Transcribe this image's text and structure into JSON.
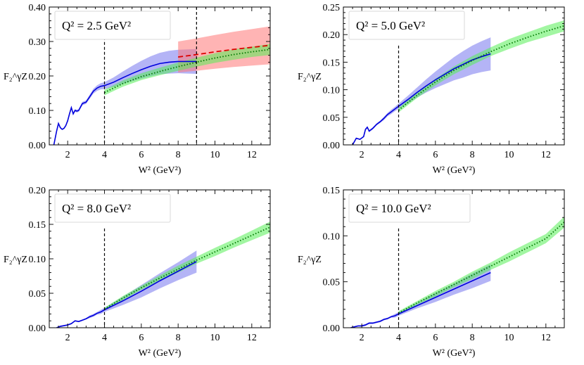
{
  "chart_data": [
    {
      "type": "line",
      "legend_label": "Q² = 2.5 GeV²",
      "xlabel": "W² (GeV²)",
      "ylabel": "F₂^γZ",
      "xlim": [
        1,
        13
      ],
      "ylim": [
        0,
        0.4
      ],
      "xticks": [
        2,
        4,
        6,
        8,
        10,
        12
      ],
      "yticks": [
        0.0,
        0.1,
        0.2,
        0.3,
        0.4
      ],
      "ytick_labels": [
        "0.00",
        "0.10",
        "0.20",
        "0.30",
        "0.40"
      ],
      "vlines": [
        4,
        9
      ],
      "series": [
        {
          "color": "#0000dd",
          "style": "solid",
          "x": [
            1.25,
            1.4,
            1.5,
            1.6,
            1.7,
            1.8,
            1.9,
            2.0,
            2.1,
            2.2,
            2.3,
            2.4,
            2.5,
            2.6,
            2.8,
            3.0,
            3.2,
            3.4,
            3.6,
            3.8,
            4.0,
            4.5,
            5.0,
            5.5,
            6.0,
            6.5,
            7.0,
            7.5,
            8.0,
            8.5,
            9.0
          ],
          "y": [
            0.0,
            0.04,
            0.062,
            0.05,
            0.045,
            0.048,
            0.056,
            0.07,
            0.09,
            0.108,
            0.09,
            0.1,
            0.098,
            0.1,
            0.12,
            0.124,
            0.14,
            0.156,
            0.165,
            0.17,
            0.172,
            0.182,
            0.195,
            0.207,
            0.218,
            0.228,
            0.236,
            0.24,
            0.242,
            0.242,
            0.242
          ],
          "band": [
            0.0,
            0.0,
            0.002,
            0.002,
            0.002,
            0.002,
            0.003,
            0.003,
            0.003,
            0.004,
            0.004,
            0.004,
            0.004,
            0.004,
            0.005,
            0.005,
            0.006,
            0.007,
            0.008,
            0.009,
            0.01,
            0.014,
            0.018,
            0.022,
            0.026,
            0.029,
            0.031,
            0.033,
            0.034,
            0.035,
            0.036
          ],
          "band_color": "#7777ee"
        },
        {
          "color": "#dd0000",
          "style": "dashed",
          "x": [
            8,
            9,
            10,
            11,
            12,
            13
          ],
          "y": [
            0.255,
            0.262,
            0.27,
            0.277,
            0.283,
            0.289
          ],
          "band": [
            0.045,
            0.047,
            0.049,
            0.051,
            0.053,
            0.055
          ],
          "band_color": "#ff7777"
        },
        {
          "color": "#007700",
          "style": "dotted",
          "x": [
            4,
            5,
            6,
            7,
            8,
            9,
            10,
            11,
            12,
            13
          ],
          "y": [
            0.152,
            0.178,
            0.198,
            0.213,
            0.227,
            0.24,
            0.252,
            0.262,
            0.27,
            0.277
          ],
          "band": [
            0.008,
            0.009,
            0.01,
            0.011,
            0.012,
            0.013,
            0.014,
            0.015,
            0.015,
            0.016
          ],
          "band_color": "#55ee55"
        }
      ]
    },
    {
      "type": "line",
      "legend_label": "Q² = 5.0 GeV²",
      "xlabel": "W² (GeV²)",
      "ylabel": "F₂^γZ",
      "xlim": [
        1,
        13
      ],
      "ylim": [
        0,
        0.25
      ],
      "xticks": [
        2,
        4,
        6,
        8,
        10,
        12
      ],
      "yticks": [
        0.0,
        0.05,
        0.1,
        0.15,
        0.2,
        0.25
      ],
      "ytick_labels": [
        "0.00",
        "0.05",
        "0.10",
        "0.15",
        "0.20",
        "0.25"
      ],
      "vlines": [
        4
      ],
      "series": [
        {
          "color": "#0000dd",
          "style": "solid",
          "x": [
            1.5,
            1.7,
            1.9,
            2.1,
            2.2,
            2.3,
            2.4,
            2.6,
            2.8,
            3.0,
            3.2,
            3.4,
            3.6,
            3.8,
            4.0,
            4.5,
            5.0,
            5.5,
            6.0,
            6.5,
            7.0,
            7.5,
            8.0,
            8.5,
            9.0
          ],
          "y": [
            0.0,
            0.012,
            0.01,
            0.015,
            0.028,
            0.032,
            0.025,
            0.03,
            0.037,
            0.042,
            0.048,
            0.055,
            0.06,
            0.065,
            0.07,
            0.082,
            0.095,
            0.107,
            0.118,
            0.128,
            0.138,
            0.146,
            0.154,
            0.16,
            0.165
          ],
          "band": [
            0.0,
            0.001,
            0.001,
            0.001,
            0.002,
            0.002,
            0.002,
            0.002,
            0.002,
            0.002,
            0.003,
            0.003,
            0.004,
            0.004,
            0.005,
            0.007,
            0.009,
            0.012,
            0.015,
            0.018,
            0.021,
            0.024,
            0.026,
            0.028,
            0.03
          ],
          "band_color": "#7777ee"
        },
        {
          "color": "#007700",
          "style": "dotted",
          "x": [
            4,
            5,
            6,
            7,
            8,
            9,
            10,
            11,
            12,
            13
          ],
          "y": [
            0.063,
            0.09,
            0.114,
            0.135,
            0.153,
            0.169,
            0.183,
            0.195,
            0.206,
            0.216
          ],
          "band": [
            0.004,
            0.005,
            0.006,
            0.007,
            0.008,
            0.008,
            0.009,
            0.009,
            0.01,
            0.01
          ],
          "band_color": "#55ee55"
        }
      ]
    },
    {
      "type": "line",
      "legend_label": "Q² = 8.0 GeV²",
      "xlabel": "W² (GeV²)",
      "ylabel": "F₂^γZ",
      "xlim": [
        1,
        13
      ],
      "ylim": [
        0,
        0.2
      ],
      "xticks": [
        2,
        4,
        6,
        8,
        10,
        12
      ],
      "yticks": [
        0.0,
        0.05,
        0.1,
        0.15,
        0.2
      ],
      "ytick_labels": [
        "0.00",
        "0.05",
        "0.10",
        "0.15",
        "0.20"
      ],
      "vlines": [
        4
      ],
      "series": [
        {
          "color": "#0000dd",
          "style": "solid",
          "x": [
            1.4,
            1.6,
            1.8,
            2.0,
            2.2,
            2.4,
            2.6,
            2.8,
            3.0,
            3.2,
            3.4,
            3.6,
            3.8,
            4.0,
            5.0,
            6.0,
            7.0,
            8.0,
            9.0
          ],
          "y": [
            0.0,
            0.002,
            0.003,
            0.004,
            0.006,
            0.01,
            0.009,
            0.011,
            0.013,
            0.016,
            0.018,
            0.021,
            0.023,
            0.026,
            0.039,
            0.053,
            0.068,
            0.082,
            0.096
          ],
          "band": [
            0.0,
            0.001,
            0.001,
            0.001,
            0.001,
            0.001,
            0.001,
            0.001,
            0.001,
            0.002,
            0.002,
            0.002,
            0.003,
            0.003,
            0.006,
            0.009,
            0.011,
            0.013,
            0.016
          ],
          "band_color": "#7777ee"
        },
        {
          "color": "#007700",
          "style": "dotted",
          "x": [
            4,
            5,
            6,
            7,
            8,
            9,
            10,
            11,
            12,
            13
          ],
          "y": [
            0.027,
            0.043,
            0.058,
            0.072,
            0.085,
            0.098,
            0.11,
            0.122,
            0.134,
            0.146
          ],
          "band": [
            0.002,
            0.003,
            0.003,
            0.004,
            0.005,
            0.005,
            0.006,
            0.006,
            0.007,
            0.008
          ],
          "band_color": "#55ee55"
        }
      ]
    },
    {
      "type": "line",
      "legend_label": "Q² = 10.0 GeV²",
      "xlabel": "W² (GeV²)",
      "ylabel": "F₂^γZ",
      "xlim": [
        1,
        13
      ],
      "ylim": [
        0,
        0.15
      ],
      "xticks": [
        2,
        4,
        6,
        8,
        10,
        12
      ],
      "yticks": [
        0.0,
        0.05,
        0.1,
        0.15
      ],
      "ytick_labels": [
        "0.00",
        "0.05",
        "0.10",
        "0.15"
      ],
      "vlines": [
        4
      ],
      "series": [
        {
          "color": "#0000dd",
          "style": "solid",
          "x": [
            1.4,
            1.6,
            1.8,
            2.0,
            2.2,
            2.4,
            2.6,
            2.8,
            3.0,
            3.2,
            3.4,
            3.6,
            3.8,
            4.0,
            5.0,
            6.0,
            7.0,
            8.0,
            9.0
          ],
          "y": [
            0.0,
            0.001,
            0.002,
            0.002,
            0.003,
            0.005,
            0.005,
            0.006,
            0.007,
            0.009,
            0.01,
            0.012,
            0.013,
            0.015,
            0.024,
            0.033,
            0.042,
            0.051,
            0.06
          ],
          "band": [
            0.0,
            0.0,
            0.0,
            0.001,
            0.001,
            0.001,
            0.001,
            0.001,
            0.001,
            0.001,
            0.001,
            0.001,
            0.002,
            0.002,
            0.003,
            0.005,
            0.006,
            0.008,
            0.009
          ],
          "band_color": "#7777ee"
        },
        {
          "color": "#007700",
          "style": "dotted",
          "x": [
            4,
            5,
            6,
            7,
            8,
            9,
            10,
            11,
            12,
            13
          ],
          "y": [
            0.016,
            0.027,
            0.037,
            0.047,
            0.057,
            0.067,
            0.077,
            0.087,
            0.097,
            0.115
          ],
          "band": [
            0.002,
            0.002,
            0.003,
            0.003,
            0.004,
            0.004,
            0.005,
            0.005,
            0.005,
            0.006
          ],
          "band_color": "#55ee55"
        }
      ]
    }
  ]
}
